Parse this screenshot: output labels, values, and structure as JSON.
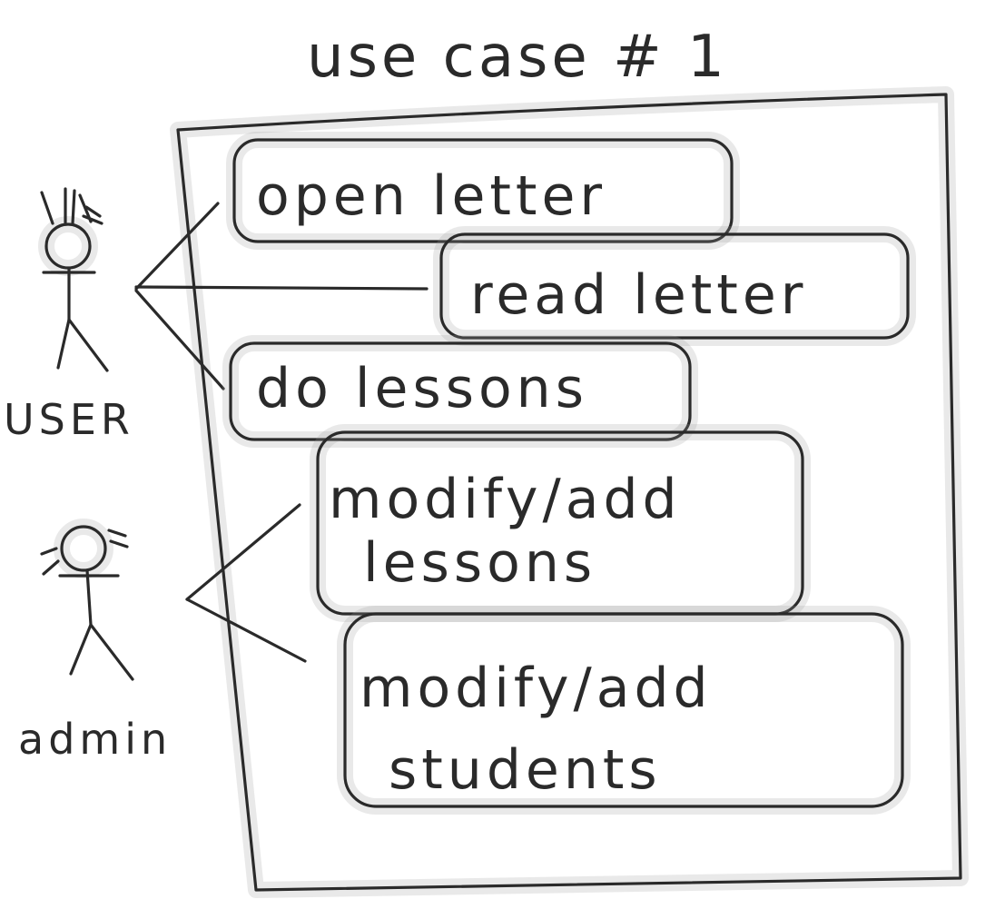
{
  "diagram": {
    "title": "use case # 1",
    "actors": [
      {
        "id": "user",
        "label": "USER"
      },
      {
        "id": "admin",
        "label": "admin"
      }
    ],
    "use_cases": [
      {
        "id": "open-letter",
        "lines": [
          "open letter"
        ]
      },
      {
        "id": "read-letter",
        "lines": [
          "read letter"
        ]
      },
      {
        "id": "do-lessons",
        "lines": [
          "do lessons"
        ]
      },
      {
        "id": "modify-add-lessons",
        "lines": [
          "modify/add",
          "lessons"
        ]
      },
      {
        "id": "modify-add-students",
        "lines": [
          "modify/add",
          "students"
        ]
      }
    ],
    "associations": [
      {
        "actor": "user",
        "use_case": "open-letter"
      },
      {
        "actor": "user",
        "use_case": "read-letter"
      },
      {
        "actor": "user",
        "use_case": "do-lessons"
      },
      {
        "actor": "admin",
        "use_case": "modify-add-lessons"
      },
      {
        "actor": "admin",
        "use_case": "modify-add-students"
      }
    ],
    "ink_color": "#2a2a2a",
    "paper_color": "#ffffff"
  }
}
